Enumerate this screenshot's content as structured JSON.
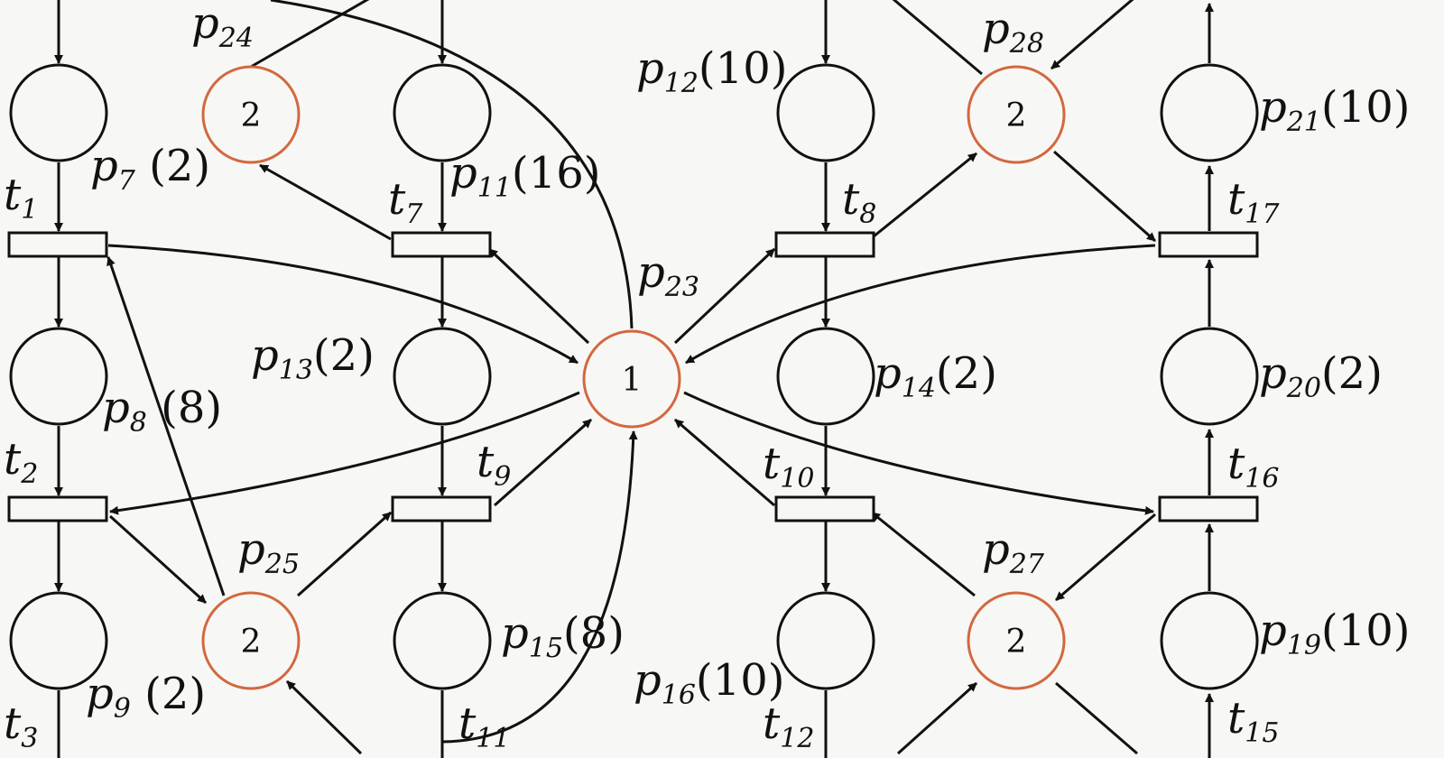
{
  "colors": {
    "ink": "#111111",
    "resource": "#d2683f",
    "background": "#f7f7f5"
  },
  "labels": {
    "p7": {
      "base": "p",
      "sub": "7",
      "num": " (2)"
    },
    "p8": {
      "base": "p",
      "sub": "8",
      "num": " (8)"
    },
    "p9": {
      "base": "p",
      "sub": "9",
      "num": " (2)"
    },
    "p11": {
      "base": "p",
      "sub": "11",
      "num": "(16)"
    },
    "p12": {
      "base": "p",
      "sub": "12",
      "num": "(10)"
    },
    "p13": {
      "base": "p",
      "sub": "13",
      "num": "(2)"
    },
    "p14": {
      "base": "p",
      "sub": "14",
      "num": "(2)"
    },
    "p15": {
      "base": "p",
      "sub": "15",
      "num": "(8)"
    },
    "p16": {
      "base": "p",
      "sub": "16",
      "num": "(10)"
    },
    "p19": {
      "base": "p",
      "sub": "19",
      "num": "(10)"
    },
    "p20": {
      "base": "p",
      "sub": "20",
      "num": "(2)"
    },
    "p21": {
      "base": "p",
      "sub": "21",
      "num": "(10)"
    },
    "p23": {
      "base": "p",
      "sub": "23",
      "num": ""
    },
    "p24": {
      "base": "p",
      "sub": "24",
      "num": ""
    },
    "p25": {
      "base": "p",
      "sub": "25",
      "num": ""
    },
    "p27": {
      "base": "p",
      "sub": "27",
      "num": ""
    },
    "p28": {
      "base": "p",
      "sub": "28",
      "num": ""
    },
    "t1": {
      "base": "t",
      "sub": "1",
      "num": ""
    },
    "t2": {
      "base": "t",
      "sub": "2",
      "num": ""
    },
    "t3": {
      "base": "t",
      "sub": "3",
      "num": ""
    },
    "t7": {
      "base": "t",
      "sub": "7",
      "num": ""
    },
    "t8": {
      "base": "t",
      "sub": "8",
      "num": ""
    },
    "t9": {
      "base": "t",
      "sub": "9",
      "num": ""
    },
    "t10": {
      "base": "t",
      "sub": "10",
      "num": ""
    },
    "t11": {
      "base": "t",
      "sub": "11",
      "num": ""
    },
    "t12": {
      "base": "t",
      "sub": "12",
      "num": ""
    },
    "t15": {
      "base": "t",
      "sub": "15",
      "num": ""
    },
    "t16": {
      "base": "t",
      "sub": "16",
      "num": ""
    },
    "t17": {
      "base": "t",
      "sub": "17",
      "num": ""
    }
  },
  "tokens": {
    "p23": "1",
    "p24": "2",
    "p25": "2",
    "p27": "2",
    "p28": "2"
  }
}
